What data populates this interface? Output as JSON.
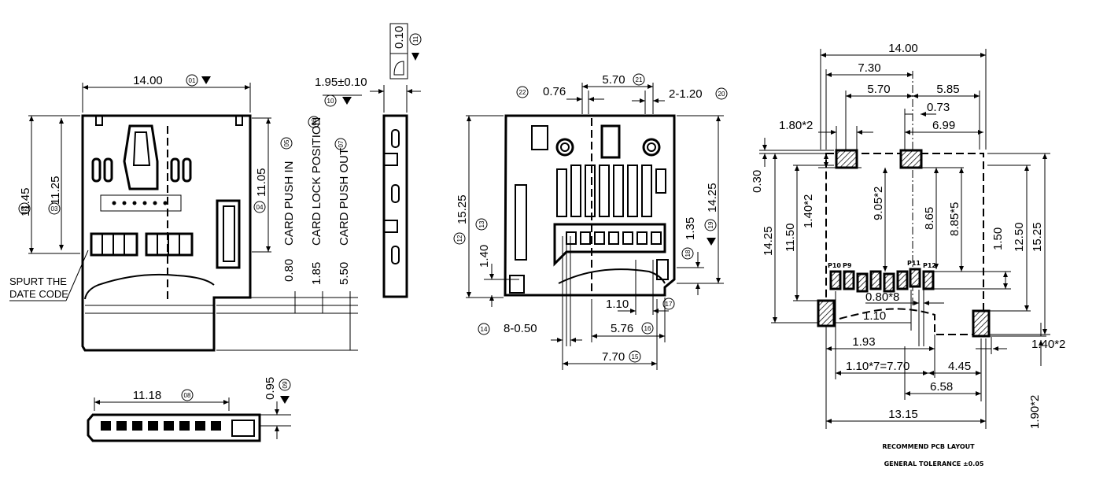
{
  "front_view": {
    "width": "14.00",
    "width_id": "01",
    "h1": "11.45",
    "h1_id": "02",
    "h2": "11.25",
    "h2_id": "03",
    "h3": "11.05",
    "h3_id": "04",
    "push_in": "CARD PUSH IN",
    "push_in_id": "05",
    "push_in_dim": "0.80",
    "lock": "CARD LOCK POSITION",
    "lock_id": "06",
    "lock_dim": "1.85",
    "push_out": "CARD PUSH OUT",
    "push_out_id": "07",
    "push_out_dim": "5.50",
    "note": [
      "SPURT THE",
      "DATE CODE"
    ]
  },
  "side_view": {
    "thickness": "1.95±0.10",
    "thickness_id": "10",
    "flatness": "0.10",
    "flatness_id": "11"
  },
  "bottom_view": {
    "length": "11.18",
    "length_id": "08",
    "height": "0.95",
    "height_id": "09"
  },
  "top_view": {
    "d22": "0.76",
    "d22_id": "22",
    "d21": "5.70",
    "d21_id": "21",
    "d20": "2-1.20",
    "d20_id": "20",
    "d12": "15.25",
    "d12_id": "12",
    "d13": "1.40",
    "d13_id": "13",
    "d19": "14.25",
    "d19_id": "19",
    "d18": "1.35",
    "d18_id": "18",
    "d17": "1.10",
    "d17_id": "17",
    "d16": "5.76",
    "d16_id": "16",
    "d14": "8-0.50",
    "d14_id": "14",
    "d15": "7.70",
    "d15_id": "15"
  },
  "pcb_layout": {
    "dims": {
      "w1400": "14.00",
      "w730": "7.30",
      "w570": "5.70",
      "w585": "5.85",
      "w073": "0.73",
      "w699": "6.99",
      "w180": "1.80*2",
      "v030": "0.30",
      "v140": "1.40*2",
      "v905": "9.05*2",
      "v865": "8.65",
      "v885": "8.85*5",
      "v1425": "14.25",
      "v1150": "11.50",
      "v150": "1.50",
      "v1250": "12.50",
      "v1525": "15.25",
      "w080": "0.80*8",
      "w110": "1.10",
      "w193": "1.93",
      "w770": "1.10*7=7.70",
      "w445": "4.45",
      "w140b": "1.40*2",
      "w658": "6.58",
      "w1315": "13.15",
      "v190": "1.90*2"
    },
    "pad_labels": [
      "P10",
      "P9",
      "P11",
      "P12"
    ],
    "caption": [
      "RECOMMEND PCB LAYOUT",
      "GENERAL TOLERANCE ±0.05"
    ]
  }
}
